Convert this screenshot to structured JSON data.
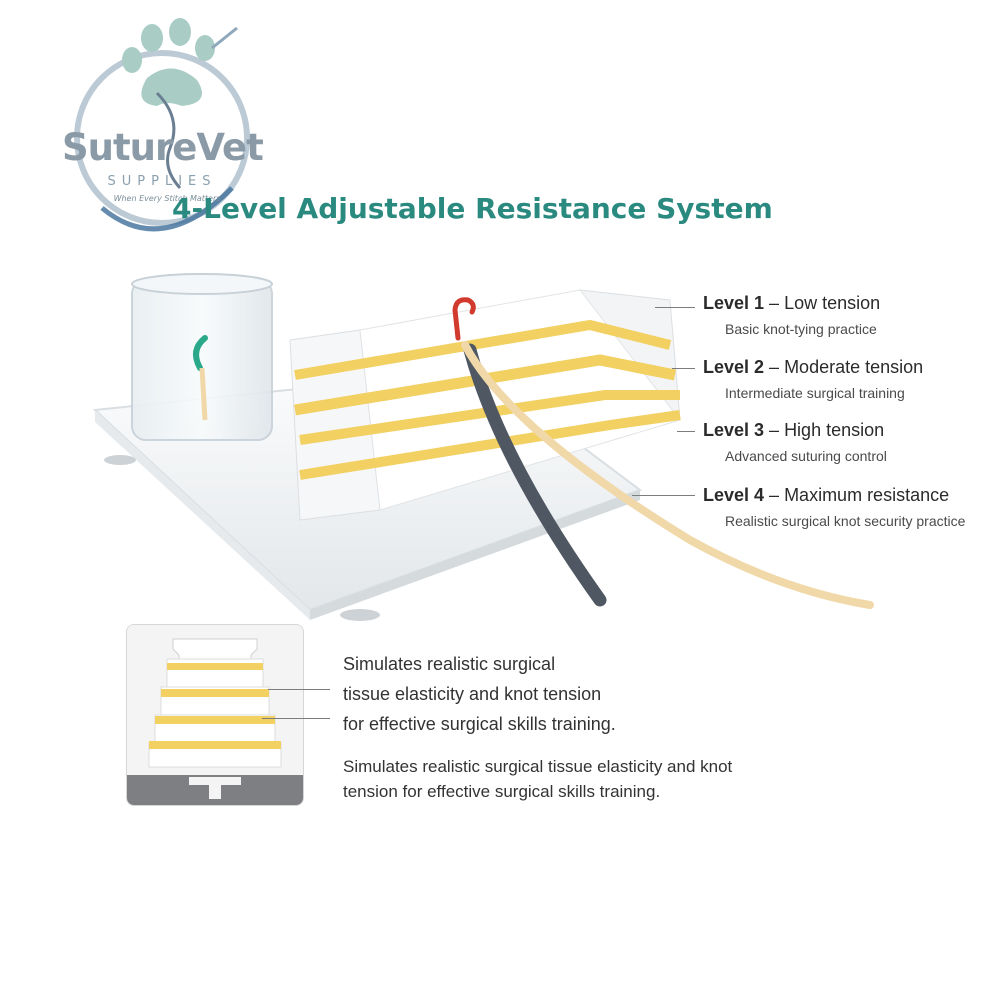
{
  "logo": {
    "brand": "SutureVet",
    "sub": "SUPPLIES",
    "tagline": "When Every Stitch Matters",
    "icon": "paw-print-icon"
  },
  "title": "4-Level Adjustable Resistance System",
  "levels": [
    {
      "label": "Level 1",
      "sep": " – ",
      "name": "Low tension",
      "desc": "Basic knot-tying practice"
    },
    {
      "label": "Level 2",
      "sep": " – ",
      "name": "Moderate tension",
      "desc": "Intermediate surgical training"
    },
    {
      "label": "Level 3",
      "sep": " – ",
      "name": "High tension",
      "desc": "Advanced suturing control"
    },
    {
      "label": "Level 4",
      "sep": " – ",
      "name": "Maximum resistance",
      "desc": "Realistic surgical knot security practice"
    }
  ],
  "inset_text": {
    "line1": "Simulates realistic surgical",
    "line2": "tissue elasticity and knot tension",
    "line3": "for effective surgical skills training."
  },
  "caption": "Simulates realistic surgical tissue elasticity and knot tension for effective surgical skills training.",
  "colors": {
    "title": "#2b8a80",
    "band": "#f2d061",
    "rope_light": "#f0d8a8",
    "rope_dark": "#4f5862",
    "hook_red": "#d23a2e",
    "hook_green": "#2aa88a"
  }
}
